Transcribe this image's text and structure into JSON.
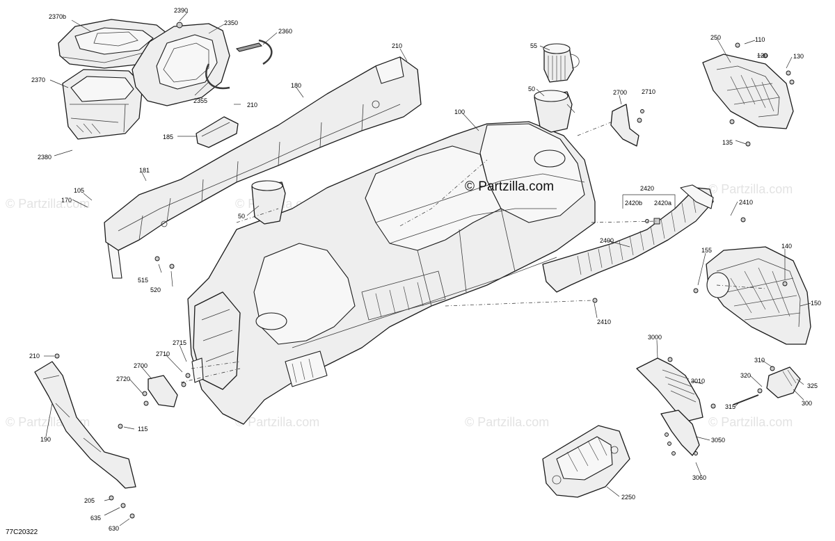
{
  "diagram": {
    "drawing_code": "77C20322",
    "copyright": "© Partzilla.com",
    "watermark": "© Partzilla.com",
    "callouts": {
      "c2370b": "2370b",
      "c2390": "2390",
      "c2350": "2350",
      "c2360": "2360",
      "c2370": "2370",
      "c2355": "2355",
      "c2380": "2380",
      "c210a": "210",
      "c210b": "210",
      "c210c": "210",
      "c180": "180",
      "c185": "185",
      "c181": "181",
      "c105": "105",
      "c170": "170",
      "c55": "55",
      "c50a": "50",
      "c50b": "50",
      "c100": "100",
      "c2700a": "2700",
      "c2710a": "2710",
      "c250": "250",
      "c110": "110",
      "c120": "120",
      "c130": "130",
      "c135": "135",
      "c2420": "2420",
      "c2420b": "2420b",
      "c2420a": "2420a",
      "c2410a": "2410",
      "c2410b": "2410",
      "c2400": "2400",
      "c155": "155",
      "c140": "140",
      "c150": "150",
      "c515": "515",
      "c520": "520",
      "c2715": "2715",
      "c2710b": "2710",
      "c2700b": "2700",
      "c2720": "2720",
      "c115": "115",
      "c190": "190",
      "c205": "205",
      "c635": "635",
      "c630": "630",
      "c3000": "3000",
      "c3010": "3010",
      "c310": "310",
      "c320": "320",
      "c315": "315",
      "c325": "325",
      "c300": "300",
      "c3050": "3050",
      "c3060": "3060",
      "c2250": "2250"
    }
  }
}
